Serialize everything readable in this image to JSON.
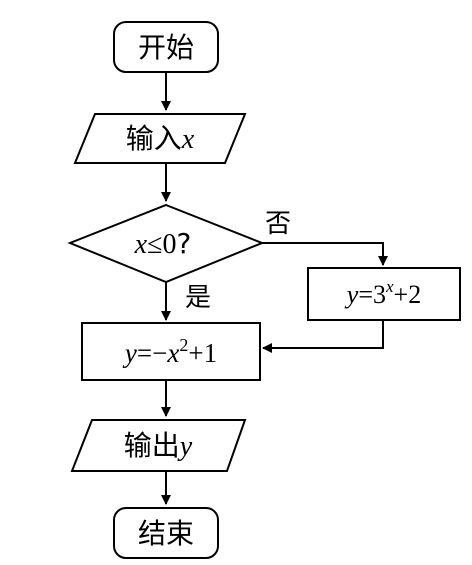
{
  "flowchart": {
    "start": {
      "label": "开始"
    },
    "input": {
      "prefix": "输入",
      "var": "x"
    },
    "decision": {
      "var": "x",
      "op": "≤",
      "value": "0",
      "q": "?"
    },
    "branch_no": {
      "label": "否"
    },
    "branch_yes": {
      "label": "是"
    },
    "no_process": {
      "y": "y",
      "eq": "=",
      "base": "3",
      "exp": "x",
      "tail": "+2"
    },
    "yes_process": {
      "y": "y",
      "eq": "=",
      "minus": "−",
      "var": "x",
      "exp": "2",
      "tail": "+1"
    },
    "output": {
      "prefix": "输出",
      "var": "y"
    },
    "end": {
      "label": "结束"
    }
  }
}
